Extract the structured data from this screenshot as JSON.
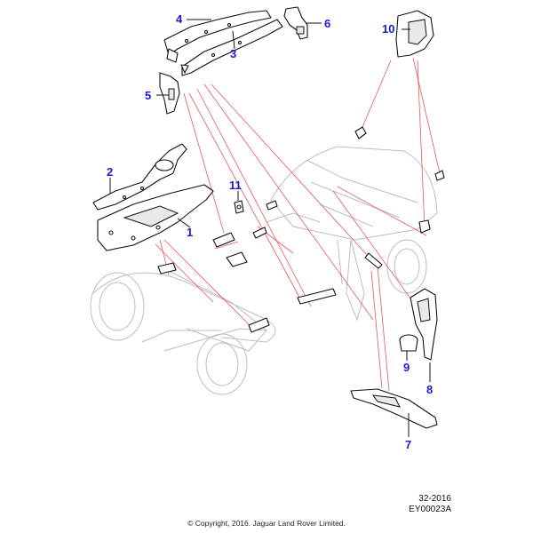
{
  "callouts": {
    "c1": "1",
    "c2": "2",
    "c3": "3",
    "c4": "4",
    "c5": "5",
    "c6": "6",
    "c7": "7",
    "c8": "8",
    "c9": "9",
    "c10": "10",
    "c11": "11"
  },
  "reference": {
    "code": "32-2016",
    "illustration_id": "EY00023A"
  },
  "copyright": "© Copyright, 2016. Jaguar Land Rover Limited.",
  "colors": {
    "callout": "#1a1ad6",
    "leader_red": "#e23a3a",
    "outline": "#111111",
    "ghost": "#bdbdbd"
  }
}
